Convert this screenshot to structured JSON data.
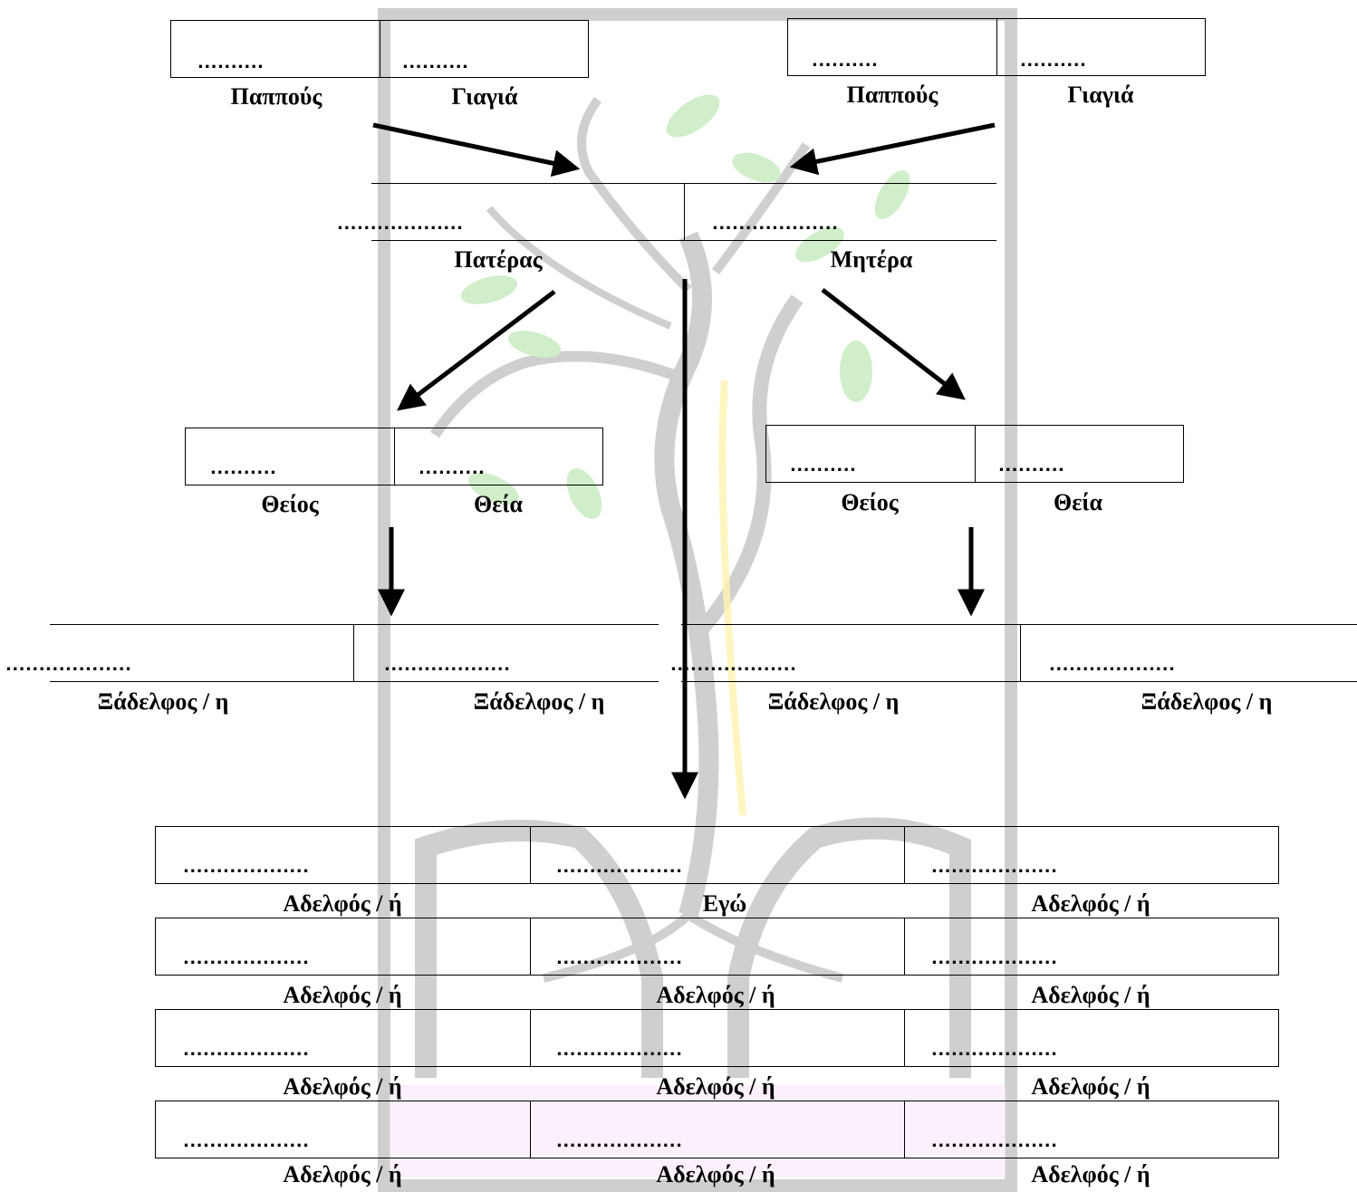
{
  "placeholder": {
    "short": "..........",
    "medium": "...........",
    "long": "...................",
    "xlong": "......................."
  },
  "labels": {
    "grandfather": "Παππούς",
    "grandmother": "Γιαγιά",
    "father": "Πατέρας",
    "mother": "Μητέρα",
    "uncle": "Θείος",
    "aunt": "Θεία",
    "cousin": "Ξάδελφος / η",
    "me": "Εγώ",
    "sibling": "Αδελφός / ή"
  },
  "colors": {
    "ink": "#000000",
    "watermark_gray": "#c8c8c8",
    "watermark_leaf": "#cfeec9",
    "watermark_yellow": "#fff8c8",
    "watermark_pink": "#fbe4fb"
  },
  "icons": {
    "background": "tree-watermark-icon"
  }
}
